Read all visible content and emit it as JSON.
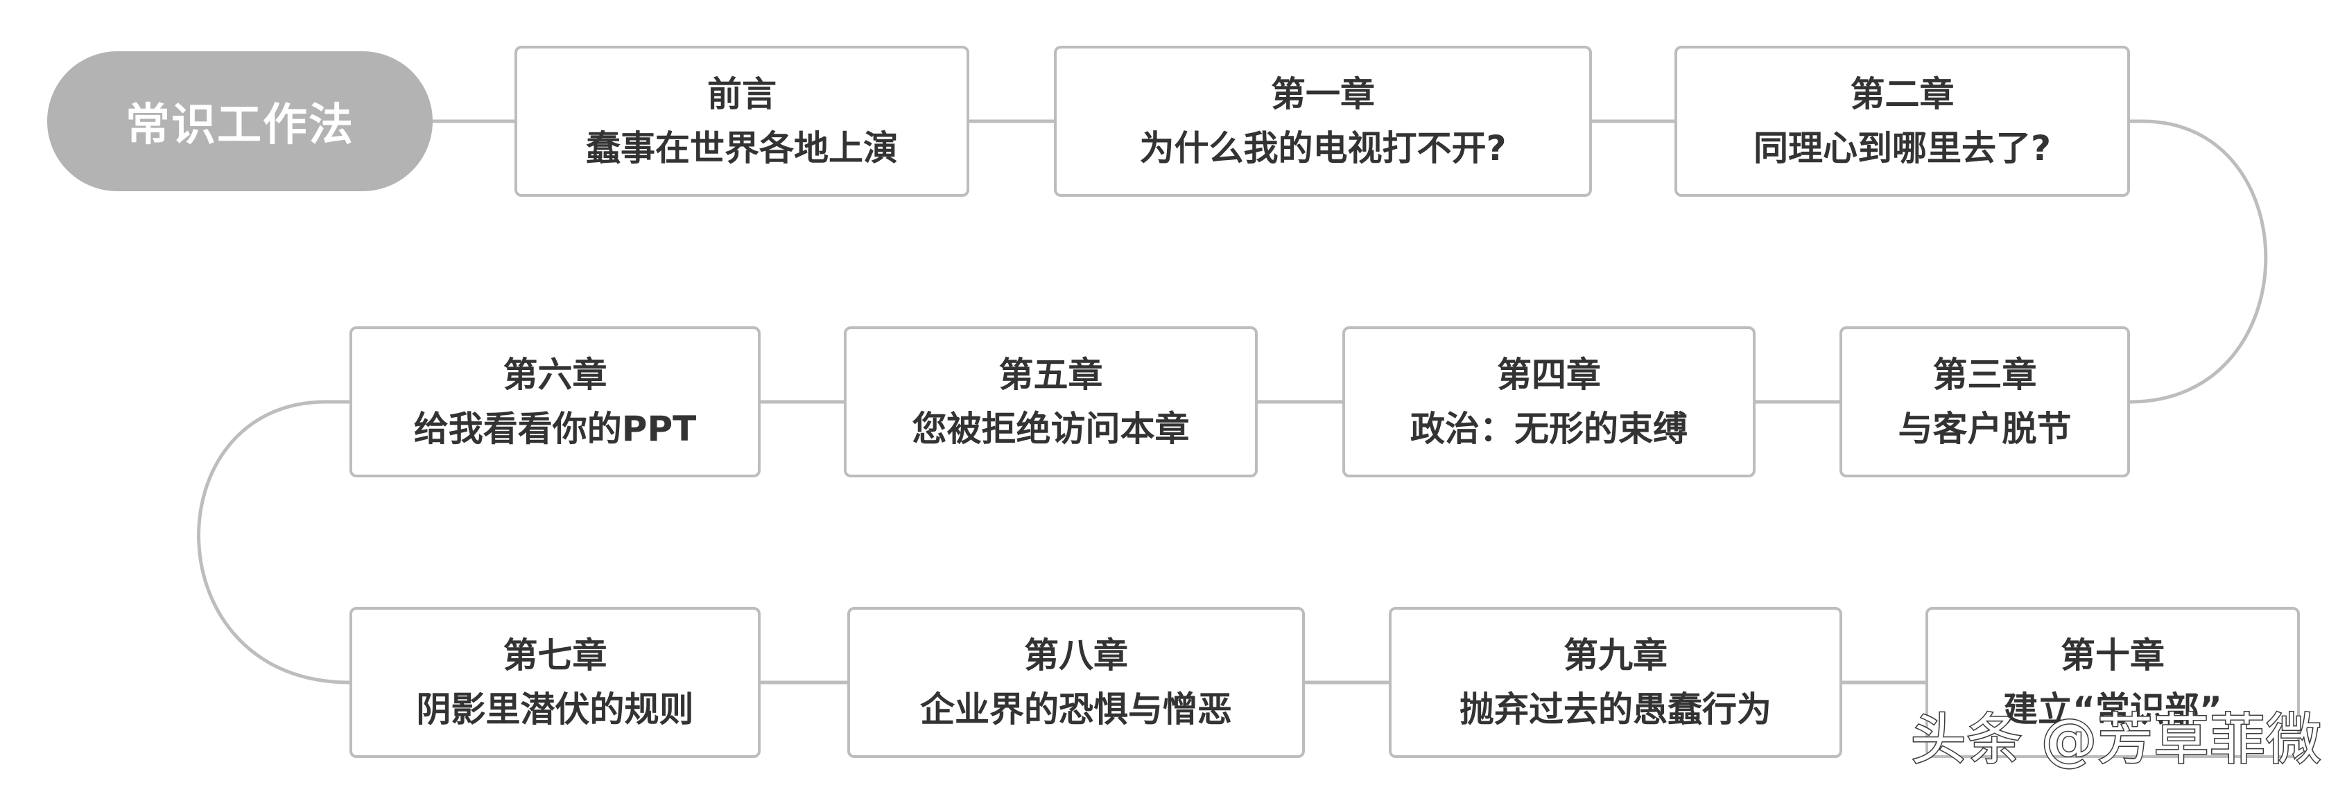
{
  "root": {
    "label": "常识工作法"
  },
  "chapters": {
    "preface": {
      "title": "前言",
      "subtitle": "蠢事在世界各地上演"
    },
    "ch1": {
      "title": "第一章",
      "subtitle": "为什么我的电视打不开?"
    },
    "ch2": {
      "title": "第二章",
      "subtitle": "同理心到哪里去了?"
    },
    "ch3": {
      "title": "第三章",
      "subtitle": "与客户脱节"
    },
    "ch4": {
      "title": "第四章",
      "subtitle": "政治：无形的束缚"
    },
    "ch5": {
      "title": "第五章",
      "subtitle": "您被拒绝访问本章"
    },
    "ch6": {
      "title": "第六章",
      "subtitle": "给我看看你的PPT"
    },
    "ch7": {
      "title": "第七章",
      "subtitle": "阴影里潜伏的规则"
    },
    "ch8": {
      "title": "第八章",
      "subtitle": "企业界的恐惧与憎恶"
    },
    "ch9": {
      "title": "第九章",
      "subtitle": "抛弃过去的愚蠢行为"
    },
    "ch10": {
      "title": "第十章",
      "subtitle": "建立“常识部”"
    }
  },
  "watermark": {
    "text": "头条 @芳草菲微"
  },
  "colors": {
    "root_fill": "#b3b3b3",
    "border": "#bdbdbd",
    "connector": "#bdbdbd",
    "text": "#333333"
  }
}
